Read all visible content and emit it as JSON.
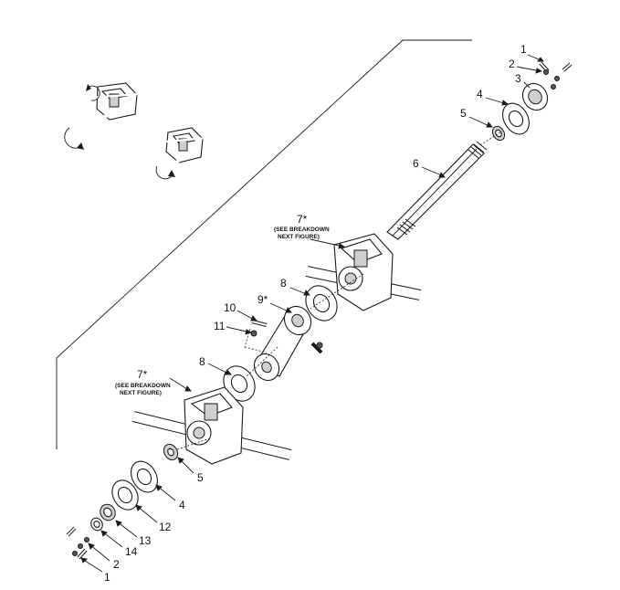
{
  "callouts": {
    "c1_top": "1",
    "c2_top": "2",
    "c3": "3",
    "c4_top": "4",
    "c5_top": "5",
    "c6": "6",
    "c7_top": "7*",
    "c8_top": "8",
    "c9": "9*",
    "c10": "10",
    "c11": "11",
    "c8_bottom": "8",
    "c7_bottom": "7*",
    "c5_bottom": "5",
    "c4_bottom": "4",
    "c12": "12",
    "c13": "13",
    "c14": "14",
    "c2_bottom": "2",
    "c1_bottom": "1"
  },
  "notes": {
    "top_line1": "(SEE BREAKDOWN",
    "top_line2": "NEXT FIGURE)",
    "bottom_line1": "(SEE BREAKDOWN",
    "bottom_line2": "NEXT FIGURE)"
  }
}
